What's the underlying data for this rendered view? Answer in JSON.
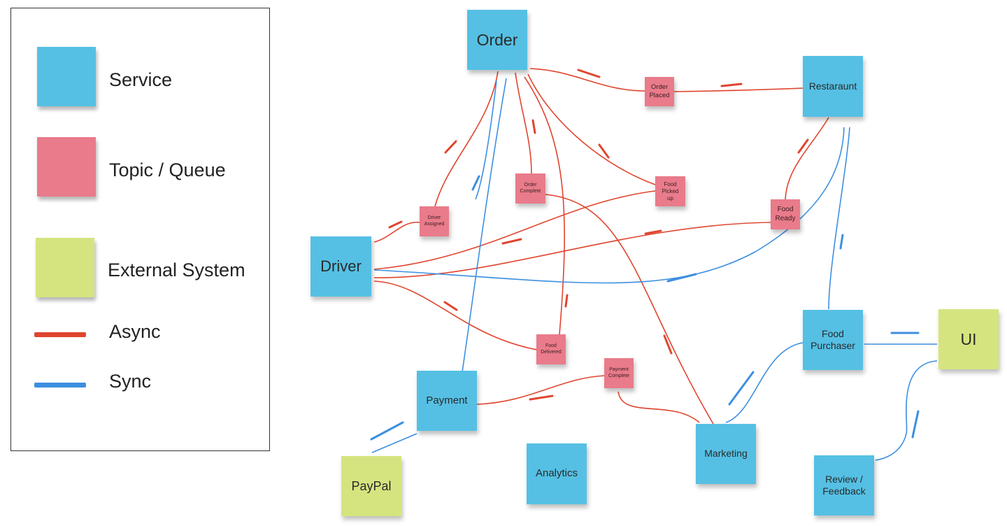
{
  "colors": {
    "service": "#55c0e4",
    "topic": "#e97b8a",
    "external": "#d6e47f",
    "async": "#e0452f",
    "sync": "#3d8fe0"
  },
  "legend": {
    "service": "Service",
    "topic": "Topic / Queue",
    "external": "External System",
    "async": "Async",
    "sync": "Sync"
  },
  "services": {
    "order": "Order",
    "restaurant": "Restaraunt",
    "driver": "Driver",
    "payment": "Payment",
    "analytics": "Analytics",
    "marketing": "Marketing",
    "food_purchaser": "Food\nPurchaser",
    "review": "Review /\nFeedback"
  },
  "topics": {
    "order_placed": "Order\nPlaced",
    "driver_assigned": "Driver\nAssigned",
    "order_complete": "Order\nComplete",
    "food_picked_up": "Food\nPicked\nup",
    "food_ready": "Food\nReady",
    "food_delivered": "Food\nDelivered",
    "payment_complete": "Payment\nComplete"
  },
  "external": {
    "paypal": "PayPal",
    "ui": "UI"
  }
}
